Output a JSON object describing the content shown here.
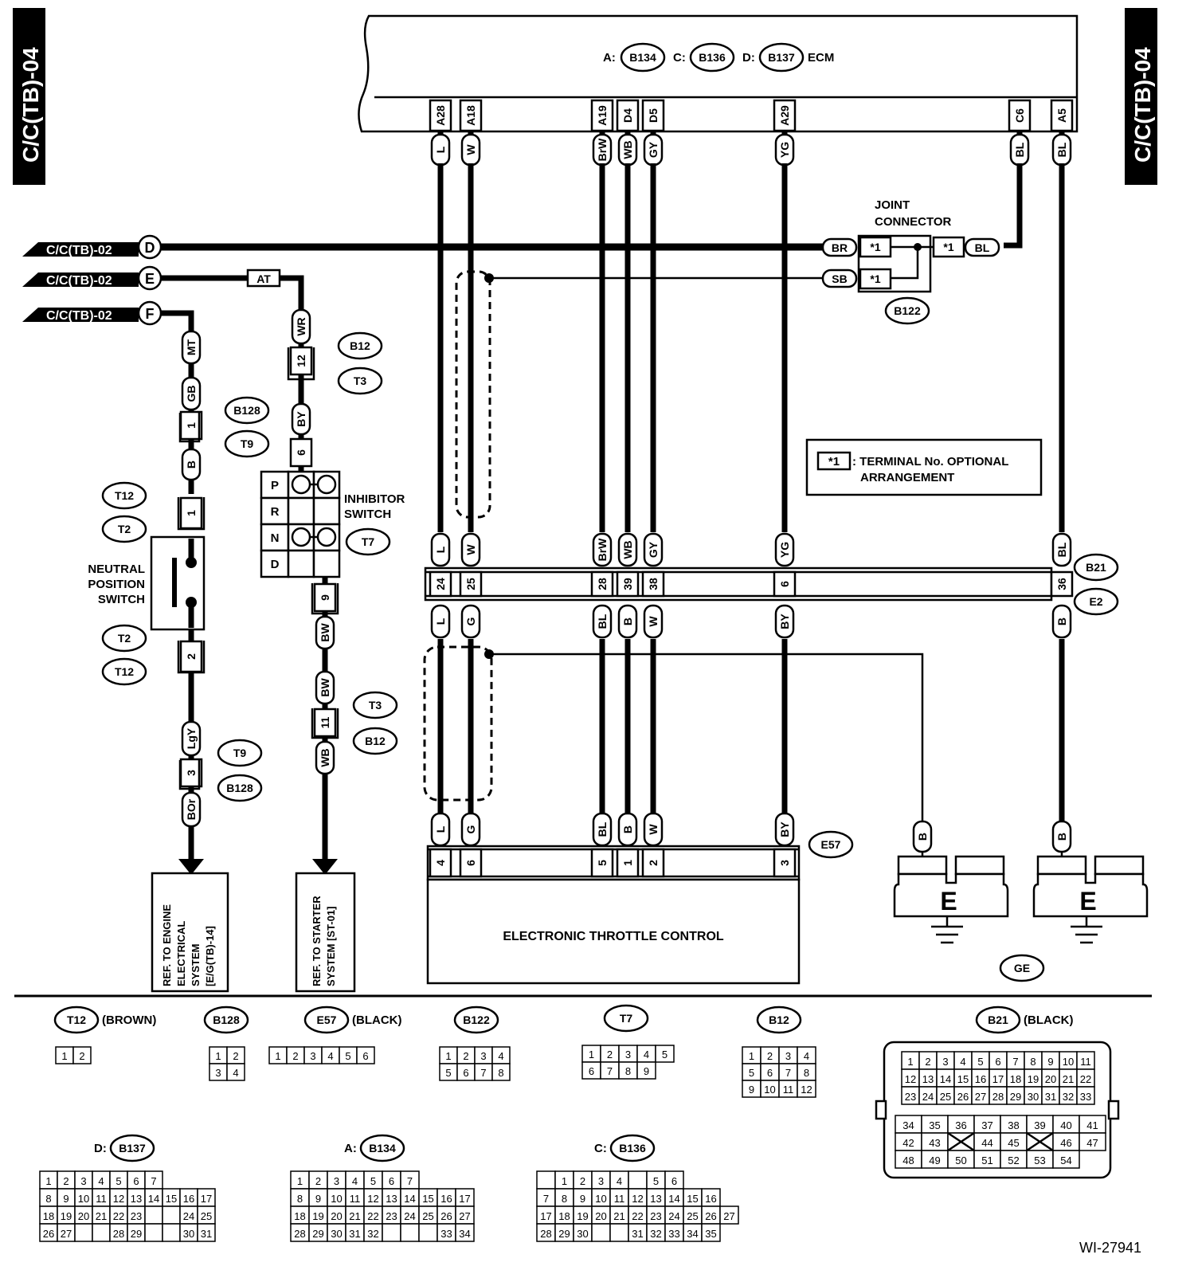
{
  "side_tabs": {
    "left": "C/C(TB)-04",
    "right": "C/C(TB)-04"
  },
  "ecm": {
    "prefix_a": "A:",
    "conn_a": "B134",
    "prefix_c": "C:",
    "conn_c": "B136",
    "prefix_d": "D:",
    "conn_d": "B137",
    "label": "ECM",
    "pins": [
      "A28",
      "A18",
      "A19",
      "D4",
      "D5",
      "A29",
      "C6",
      "A5"
    ],
    "wires": [
      "L",
      "W",
      "BrW",
      "WB",
      "GY",
      "YG",
      "BL",
      "BL"
    ]
  },
  "refs": {
    "d": {
      "label": "C/C(TB)-02",
      "letter": "D"
    },
    "e": {
      "label": "C/C(TB)-02",
      "letter": "E"
    },
    "f": {
      "label": "C/C(TB)-02",
      "letter": "F"
    }
  },
  "joint": {
    "title_1": "JOINT",
    "title_2": "CONNECTOR",
    "w1": "BR",
    "w2": "SB",
    "w3": "BL",
    "star1": "*1",
    "star2": "*1",
    "star3": "*1",
    "conn": "B122"
  },
  "at_wire": {
    "at": "AT",
    "wr": "WR",
    "pin12": "12",
    "b12a": "B12",
    "t3a": "T3",
    "by": "BY",
    "pin6": "6",
    "pin9": "9",
    "bw1": "BW",
    "bw2": "BW",
    "t3b": "T3",
    "pin11": "11",
    "b12b": "B12",
    "wb": "WB"
  },
  "inhibitor": {
    "label_1": "INHIBITOR",
    "label_2": "SWITCH",
    "conn": "T7",
    "rows": [
      "P",
      "R",
      "N",
      "D"
    ]
  },
  "neutral": {
    "mt": "MT",
    "gb": "GB",
    "pin1a": "1",
    "b128a": "B128",
    "t9a": "T9",
    "b": "B",
    "t12a": "T12",
    "t2a": "T2",
    "pin1b": "1",
    "label_1": "NEUTRAL",
    "label_2": "POSITION",
    "label_3": "SWITCH",
    "t2b": "T2",
    "t12b": "T12",
    "pin2": "2",
    "lgy": "LgY",
    "t9b": "T9",
    "pin3": "3",
    "b128b": "B128",
    "bor": "BOr"
  },
  "ref_boxes": {
    "engine_1": "REF. TO ENGINE",
    "engine_2": "ELECTRICAL",
    "engine_3": "SYSTEM",
    "engine_4": "[E/G(TB)-14]",
    "starter_1": "REF. TO STARTER",
    "starter_2": "SYSTEM [ST-01]"
  },
  "note": {
    "star": "*1",
    "text_1": ": TERMINAL No. OPTIONAL",
    "text_2": "ARRANGEMENT"
  },
  "b21": {
    "conn1": "B21",
    "conn2": "E2",
    "upper_wires": [
      "L",
      "W",
      "BrW",
      "WB",
      "GY",
      "YG",
      "BL"
    ],
    "pins": [
      "24",
      "25",
      "28",
      "39",
      "38",
      "6",
      "36"
    ],
    "lower_wires": [
      "L",
      "G",
      "BL",
      "B",
      "W",
      "BY",
      "B"
    ]
  },
  "etc": {
    "conn": "E57",
    "wires": [
      "L",
      "G",
      "BL",
      "B",
      "W",
      "BY"
    ],
    "pins": [
      "4",
      "6",
      "5",
      "1",
      "2",
      "3"
    ],
    "label": "ELECTRONIC THROTTLE CONTROL"
  },
  "ground": {
    "wire1": "B",
    "wire2": "B",
    "letter1": "E",
    "letter2": "E",
    "ge": "GE"
  },
  "connectors": {
    "t12": {
      "name": "T12",
      "color": "(BROWN)"
    },
    "b128": {
      "name": "B128"
    },
    "e57": {
      "name": "E57",
      "color": "(BLACK)"
    },
    "b122": {
      "name": "B122"
    },
    "t7": {
      "name": "T7"
    },
    "b12": {
      "name": "B12"
    },
    "b21": {
      "name": "B21",
      "color": "(BLACK)"
    },
    "d_b137": {
      "prefix": "D:",
      "name": "B137"
    },
    "a_b134": {
      "prefix": "A:",
      "name": "B134"
    },
    "c_b136": {
      "prefix": "C:",
      "name": "B136"
    }
  },
  "grids": {
    "t12": [
      [
        "1",
        "2"
      ]
    ],
    "b128": [
      [
        "1",
        "2"
      ],
      [
        "3",
        "4"
      ]
    ],
    "e57": [
      [
        "1",
        "2",
        "3",
        "4",
        "5",
        "6"
      ]
    ],
    "b122": [
      [
        "1",
        "2",
        "3",
        "4"
      ],
      [
        "5",
        "6",
        "7",
        "8"
      ]
    ],
    "t7": [
      [
        "1",
        "2",
        "3",
        "4",
        "5"
      ],
      [
        "6",
        "7",
        "8",
        "9"
      ]
    ],
    "b12": [
      [
        "1",
        "2",
        "3",
        "4"
      ],
      [
        "5",
        "6",
        "7",
        "8"
      ],
      [
        "9",
        "10",
        "11",
        "12"
      ]
    ],
    "b21_top": [
      [
        "1",
        "2",
        "3",
        "4",
        "5",
        "6",
        "7",
        "8",
        "9",
        "10",
        "11"
      ],
      [
        "12",
        "13",
        "14",
        "15",
        "16",
        "17",
        "18",
        "19",
        "20",
        "21",
        "22"
      ],
      [
        "23",
        "24",
        "25",
        "26",
        "27",
        "28",
        "29",
        "30",
        "31",
        "32",
        "33"
      ]
    ],
    "b21_bottom": [
      [
        "34",
        "35",
        "36",
        "37",
        "38",
        "39",
        "40",
        "41"
      ],
      [
        "42",
        "43",
        "",
        "44",
        "45",
        "",
        "46",
        "47"
      ],
      [
        "48",
        "49",
        "50",
        "51",
        "52",
        "53",
        "54"
      ]
    ],
    "b137": [
      [
        "1",
        "2",
        "3",
        "4",
        "5",
        "6",
        "7"
      ],
      [
        "8",
        "9",
        "10",
        "11",
        "12",
        "13",
        "14",
        "15",
        "16",
        "17"
      ],
      [
        "18",
        "19",
        "20",
        "21",
        "22",
        "23",
        "",
        "",
        "24",
        "25"
      ],
      [
        "26",
        "27",
        "",
        "",
        "28",
        "29",
        "",
        "",
        "30",
        "31"
      ]
    ],
    "b134": [
      [
        "1",
        "2",
        "3",
        "4",
        "5",
        "6",
        "7"
      ],
      [
        "8",
        "9",
        "10",
        "11",
        "12",
        "13",
        "14",
        "15",
        "16",
        "17"
      ],
      [
        "18",
        "19",
        "20",
        "21",
        "22",
        "23",
        "24",
        "25",
        "26",
        "27"
      ],
      [
        "28",
        "29",
        "30",
        "31",
        "32",
        "",
        "",
        "",
        "33",
        "34"
      ]
    ],
    "b136": [
      [
        "",
        "1",
        "2",
        "3",
        "4",
        "",
        "5",
        "6"
      ],
      [
        "7",
        "8",
        "9",
        "10",
        "11",
        "12",
        "13",
        "14",
        "15",
        "16"
      ],
      [
        "17",
        "18",
        "19",
        "20",
        "21",
        "22",
        "23",
        "24",
        "25",
        "26",
        "27"
      ],
      [
        "28",
        "29",
        "30",
        "",
        "",
        "31",
        "32",
        "33",
        "34",
        "35"
      ]
    ]
  },
  "figure_id": "WI-27941"
}
